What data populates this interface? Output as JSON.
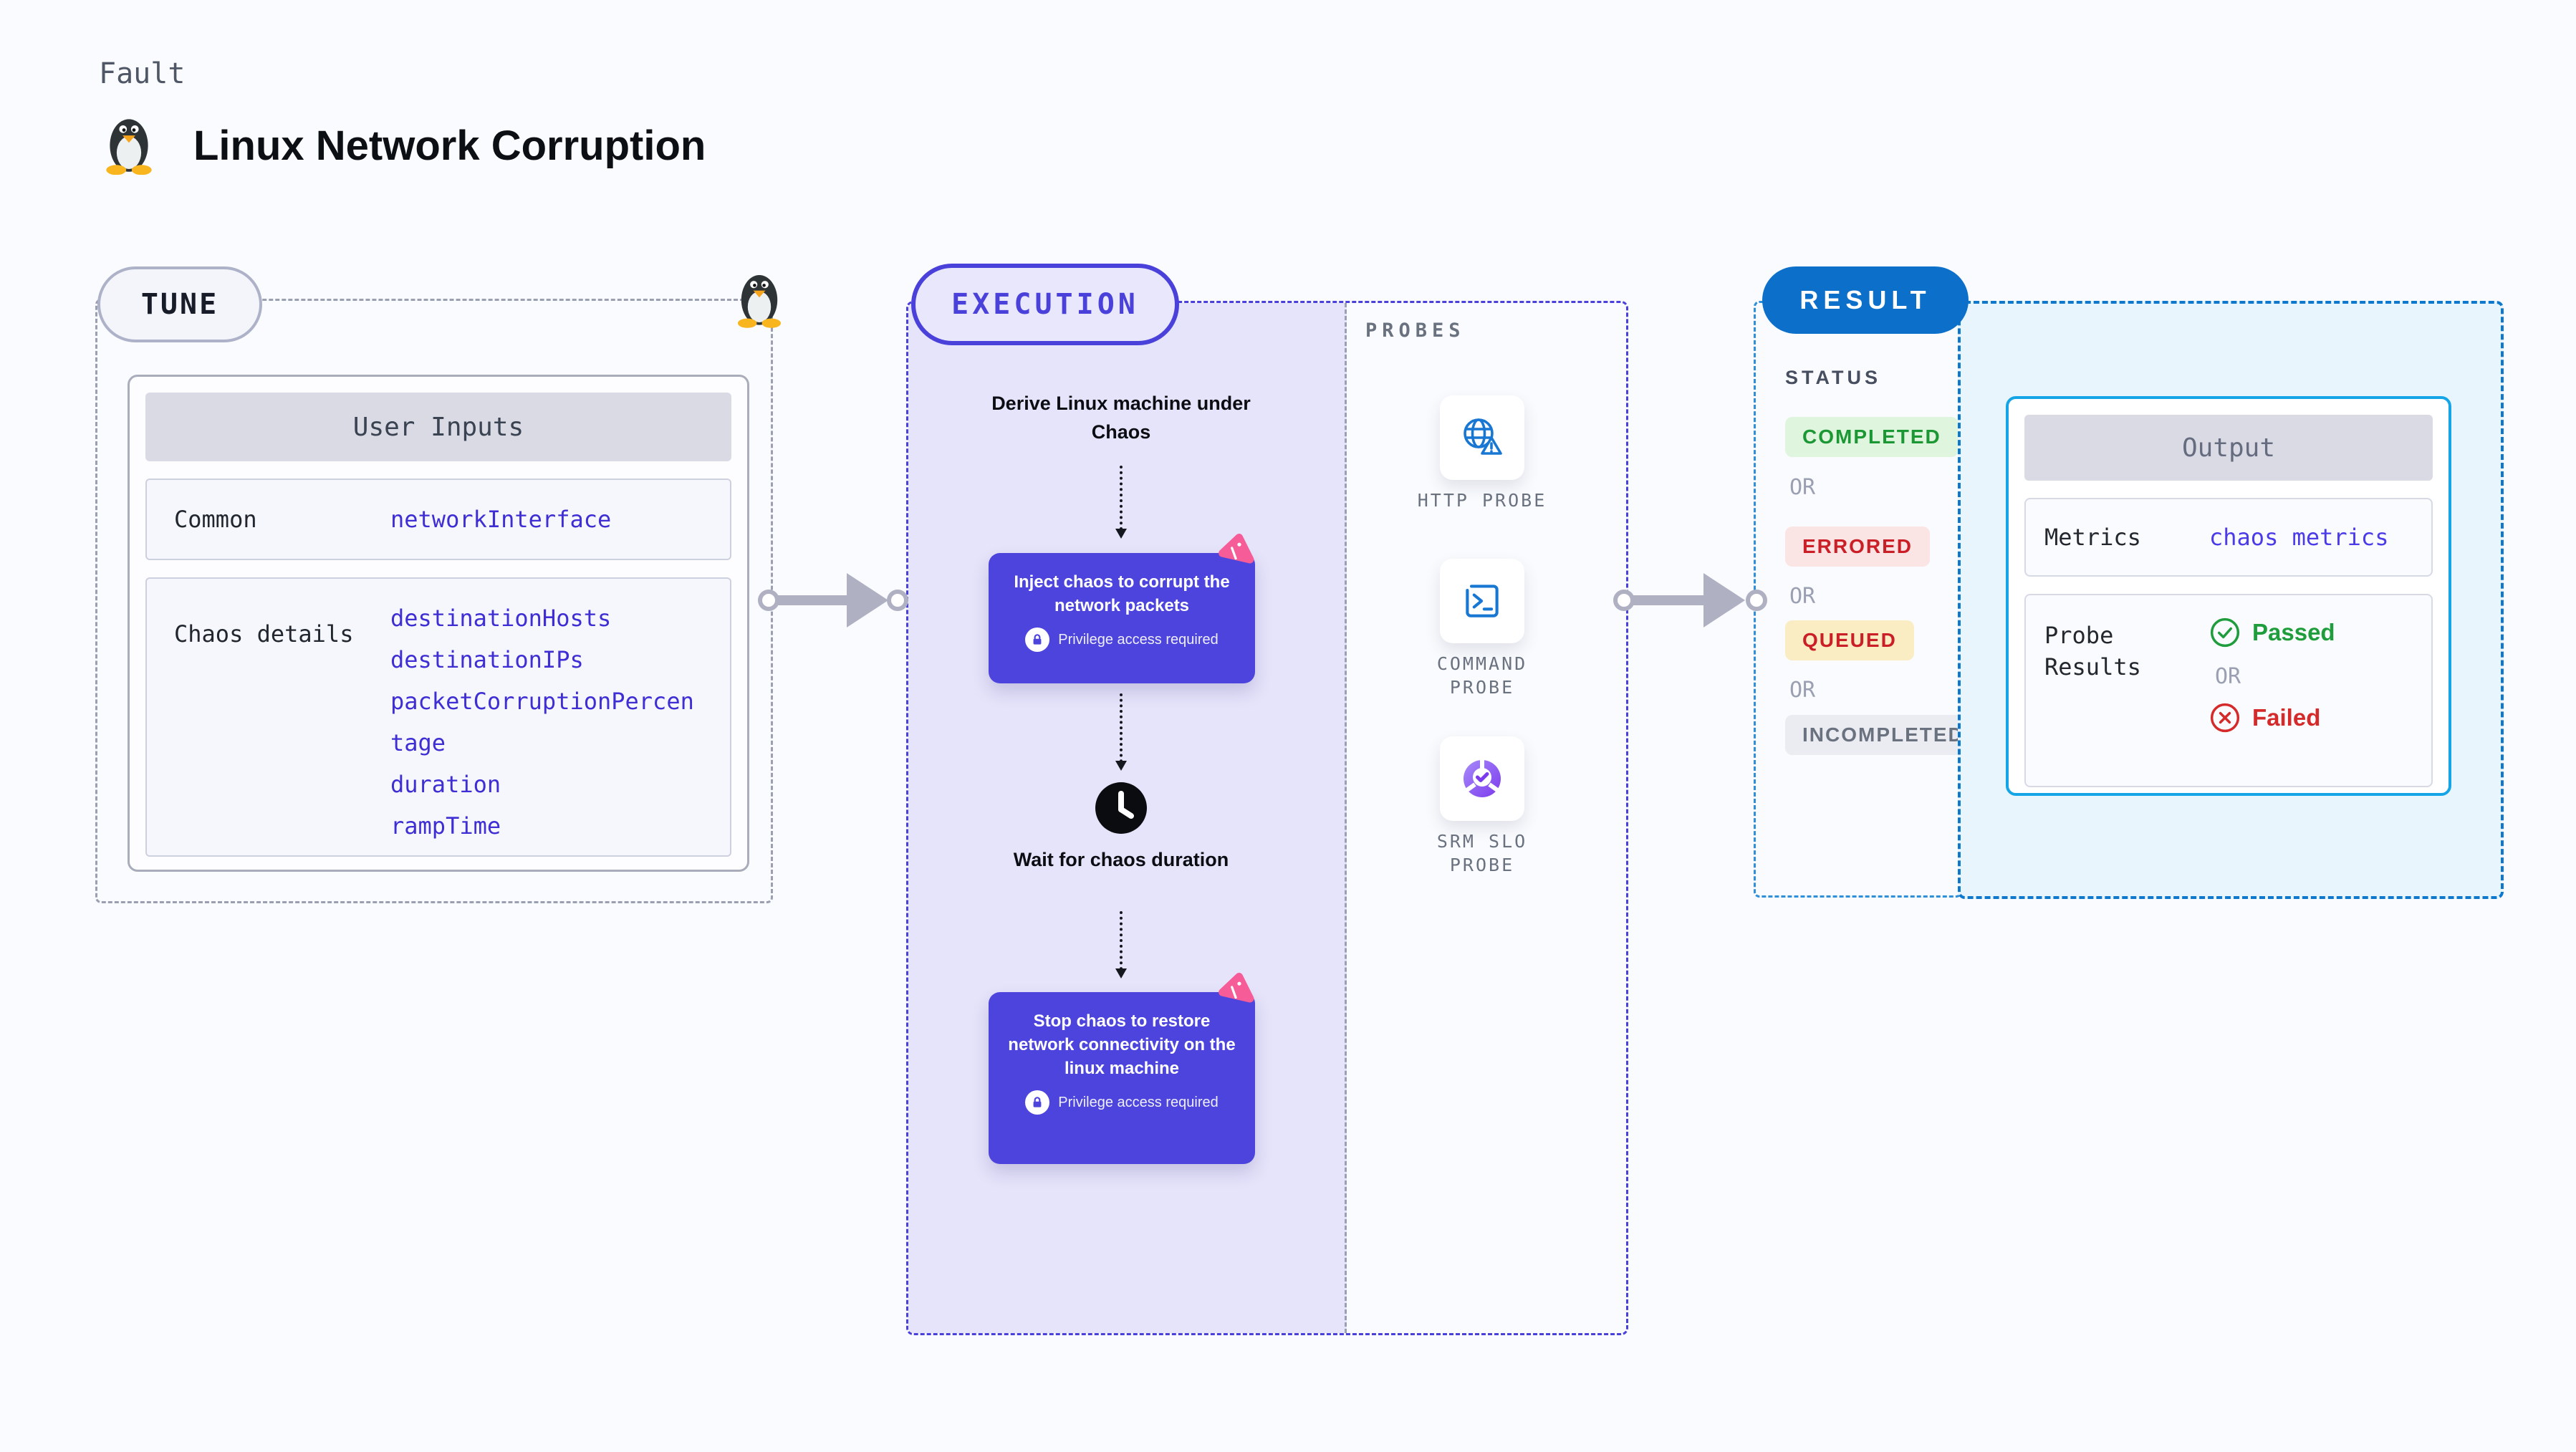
{
  "page": {
    "kicker": "Fault",
    "title": "Linux Network Corruption"
  },
  "tune": {
    "badge": "TUNE",
    "table": {
      "header": "User Inputs",
      "rows": [
        {
          "label": "Common",
          "values": [
            "networkInterface"
          ]
        },
        {
          "label": "Chaos details",
          "values": [
            "destinationHosts",
            "destinationIPs",
            "packetCorruptionPercentage",
            "duration",
            "rampTime"
          ]
        }
      ]
    }
  },
  "execution": {
    "badge": "EXECUTION",
    "steps": {
      "derive": "Derive Linux machine under Chaos",
      "inject": "Inject chaos to corrupt the network packets",
      "wait": "Wait for chaos duration",
      "stop": "Stop chaos to restore network connectivity on the linux machine"
    },
    "privilege_note": "Privilege access required"
  },
  "probes": {
    "label": "PROBES",
    "items": [
      {
        "name": "HTTP PROBE",
        "icon": "globe-alert-icon"
      },
      {
        "name": "COMMAND PROBE",
        "icon": "terminal-icon"
      },
      {
        "name": "SRM SLO PROBE",
        "icon": "slo-donut-icon"
      }
    ]
  },
  "result": {
    "badge": "RESULT",
    "status_label": "STATUS",
    "or_label": "OR",
    "statuses": [
      {
        "label": "COMPLETED",
        "color": "green"
      },
      {
        "label": "ERRORED",
        "color": "red"
      },
      {
        "label": "QUEUED",
        "color": "yellow"
      },
      {
        "label": "INCOMPLETED",
        "color": "gray"
      }
    ],
    "output": {
      "header": "Output",
      "metrics_label": "Metrics",
      "metrics_value": "chaos metrics",
      "probe_results_label": "Probe Results",
      "passed_label": "Passed",
      "failed_label": "Failed"
    }
  },
  "icons": [
    "penguin-icon",
    "lock-icon",
    "clock-icon",
    "chaos-spark-icon",
    "globe-alert-icon",
    "terminal-icon",
    "slo-donut-icon",
    "check-circle-icon",
    "x-circle-icon",
    "arrow-connector"
  ],
  "colors": {
    "accent_indigo": "#4A41DB",
    "accent_blue": "#0C70CA",
    "node_bg": "#4C44DC",
    "lavender_bg": "#E6E4FA",
    "output_bg": "#E9F5FC",
    "value_indigo": "#3E2ED4",
    "green": "#1F9D3C",
    "red": "#D42A2A",
    "pink": "#F65C97",
    "probe_icon_blue": "#1877D2"
  }
}
